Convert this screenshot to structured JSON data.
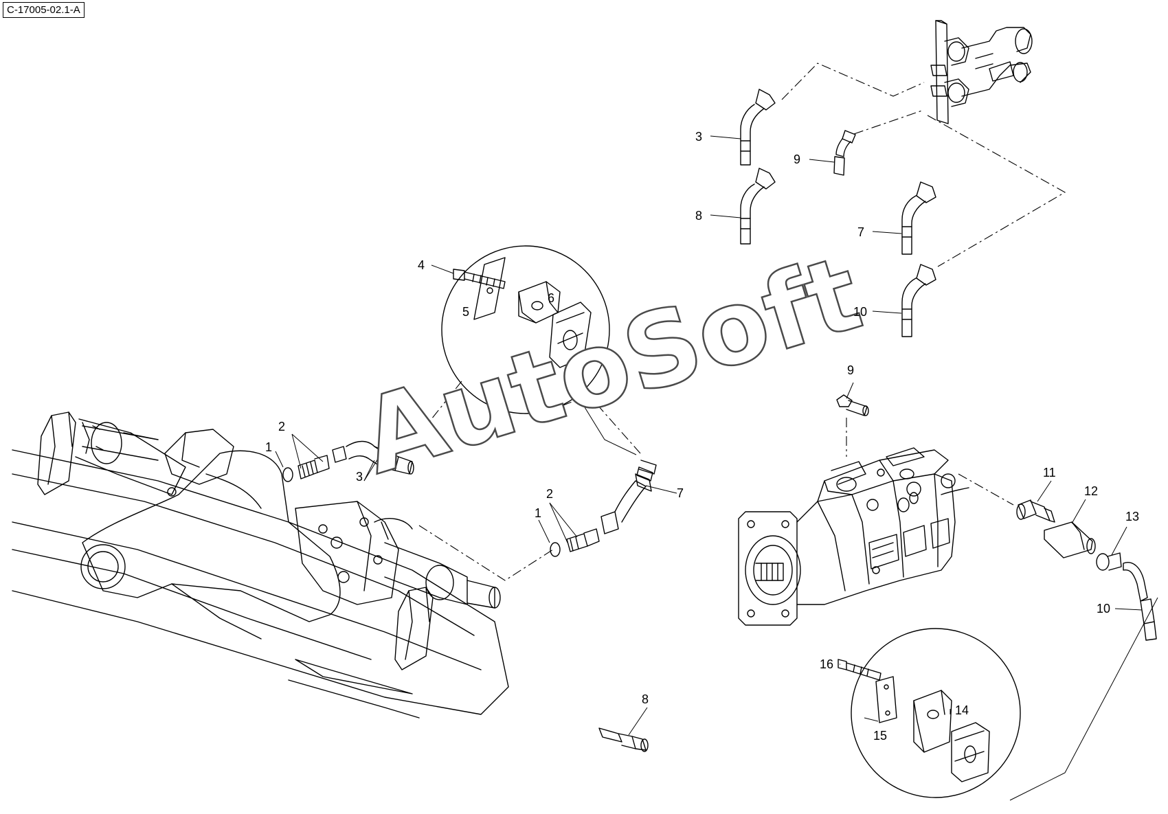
{
  "drawing_id": "C-17005-02.1-A",
  "watermark": "AutoSoft",
  "callouts": [
    {
      "id": "c3a",
      "label": "3"
    },
    {
      "id": "c9a",
      "label": "9"
    },
    {
      "id": "c8a",
      "label": "8"
    },
    {
      "id": "c7a",
      "label": "7"
    },
    {
      "id": "c10a",
      "label": "10"
    },
    {
      "id": "c4",
      "label": "4"
    },
    {
      "id": "c5",
      "label": "5"
    },
    {
      "id": "c6",
      "label": "6"
    },
    {
      "id": "c2a",
      "label": "2"
    },
    {
      "id": "c1a",
      "label": "1"
    },
    {
      "id": "c3b",
      "label": "3"
    },
    {
      "id": "c9b",
      "label": "9"
    },
    {
      "id": "c2b",
      "label": "2"
    },
    {
      "id": "c1b",
      "label": "1"
    },
    {
      "id": "c7b",
      "label": "7"
    },
    {
      "id": "c11",
      "label": "11"
    },
    {
      "id": "c12",
      "label": "12"
    },
    {
      "id": "c13",
      "label": "13"
    },
    {
      "id": "c10b",
      "label": "10"
    },
    {
      "id": "c16",
      "label": "16"
    },
    {
      "id": "c14",
      "label": "14"
    },
    {
      "id": "c15",
      "label": "15"
    },
    {
      "id": "c8b",
      "label": "8"
    }
  ]
}
